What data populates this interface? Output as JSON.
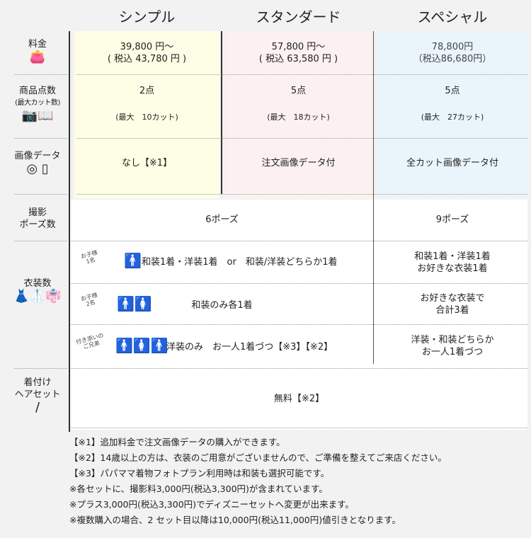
{
  "plans": [
    "シンプル",
    "スタンダード",
    "スペシャル"
  ],
  "colors": {
    "simple": "#fefee6",
    "standard": "#fdf0f0",
    "special": "#eaf5fb"
  },
  "rows": {
    "price": {
      "label": "料金",
      "values": [
        [
          "39,800 円〜",
          "( 税込 43,780 円 )"
        ],
        [
          "57,800 円〜",
          "( 税込 63,580 円 )"
        ],
        [
          "78,800円",
          "（税込86,680円）"
        ]
      ]
    },
    "items": {
      "label": "商品点数",
      "sublabel": "(最大カット数)",
      "values": [
        "2点",
        "5点",
        "5点"
      ],
      "cuts": [
        "(最大　10カット)",
        "(最大　18カット)",
        "(最大　27カット)"
      ]
    },
    "image": {
      "label": "画像データ",
      "values": [
        "なし【※1】",
        "注文画像データ付",
        "全カット画像データ付"
      ]
    },
    "poses": {
      "label": [
        "撮影",
        "ポーズ数"
      ],
      "values": [
        "6ポーズ",
        "9ポーズ"
      ]
    },
    "costume": {
      "label": "衣装数",
      "sub": [
        {
          "tag": [
            "お子様",
            "1名"
          ],
          "text": "和装1着・洋装1着　or　和装/洋装どちらか1着",
          "special": [
            "和装1着・洋装1着",
            "お好きな衣装1着"
          ]
        },
        {
          "tag": [
            "お子様",
            "2名"
          ],
          "text": "和装のみ各1着",
          "special": [
            "お好きな衣装で",
            "合計3着"
          ]
        },
        {
          "tag": [
            "付き添いの",
            "ご兄弟"
          ],
          "text": "洋装のみ　お一人1着づつ【※3】【※2】",
          "special": [
            "洋装・和装どちらか",
            "お一人1着づつ"
          ]
        }
      ]
    },
    "hair": {
      "label": [
        "着付け",
        "ヘアセット"
      ],
      "value": "無料【※2】"
    }
  },
  "notes": [
    "【※1】追加料金で注文画像データの購入ができます。",
    "【※2】14歳以上の方は、衣装のご用意がございませんので、ご準備を整えてご来店ください。",
    "【※3】パパママ着物フォトプラン利用時は和装も選択可能です。",
    "※各セットに、撮影料3,000円(税込3,300円)が含まれています。",
    "※プラス3,000円(税込3,300円)でディズニーセットへ変更が出来ます。",
    "※複数購入の場合、2 セット目以降は10,000円(税込11,000円)値引きとなります。"
  ]
}
